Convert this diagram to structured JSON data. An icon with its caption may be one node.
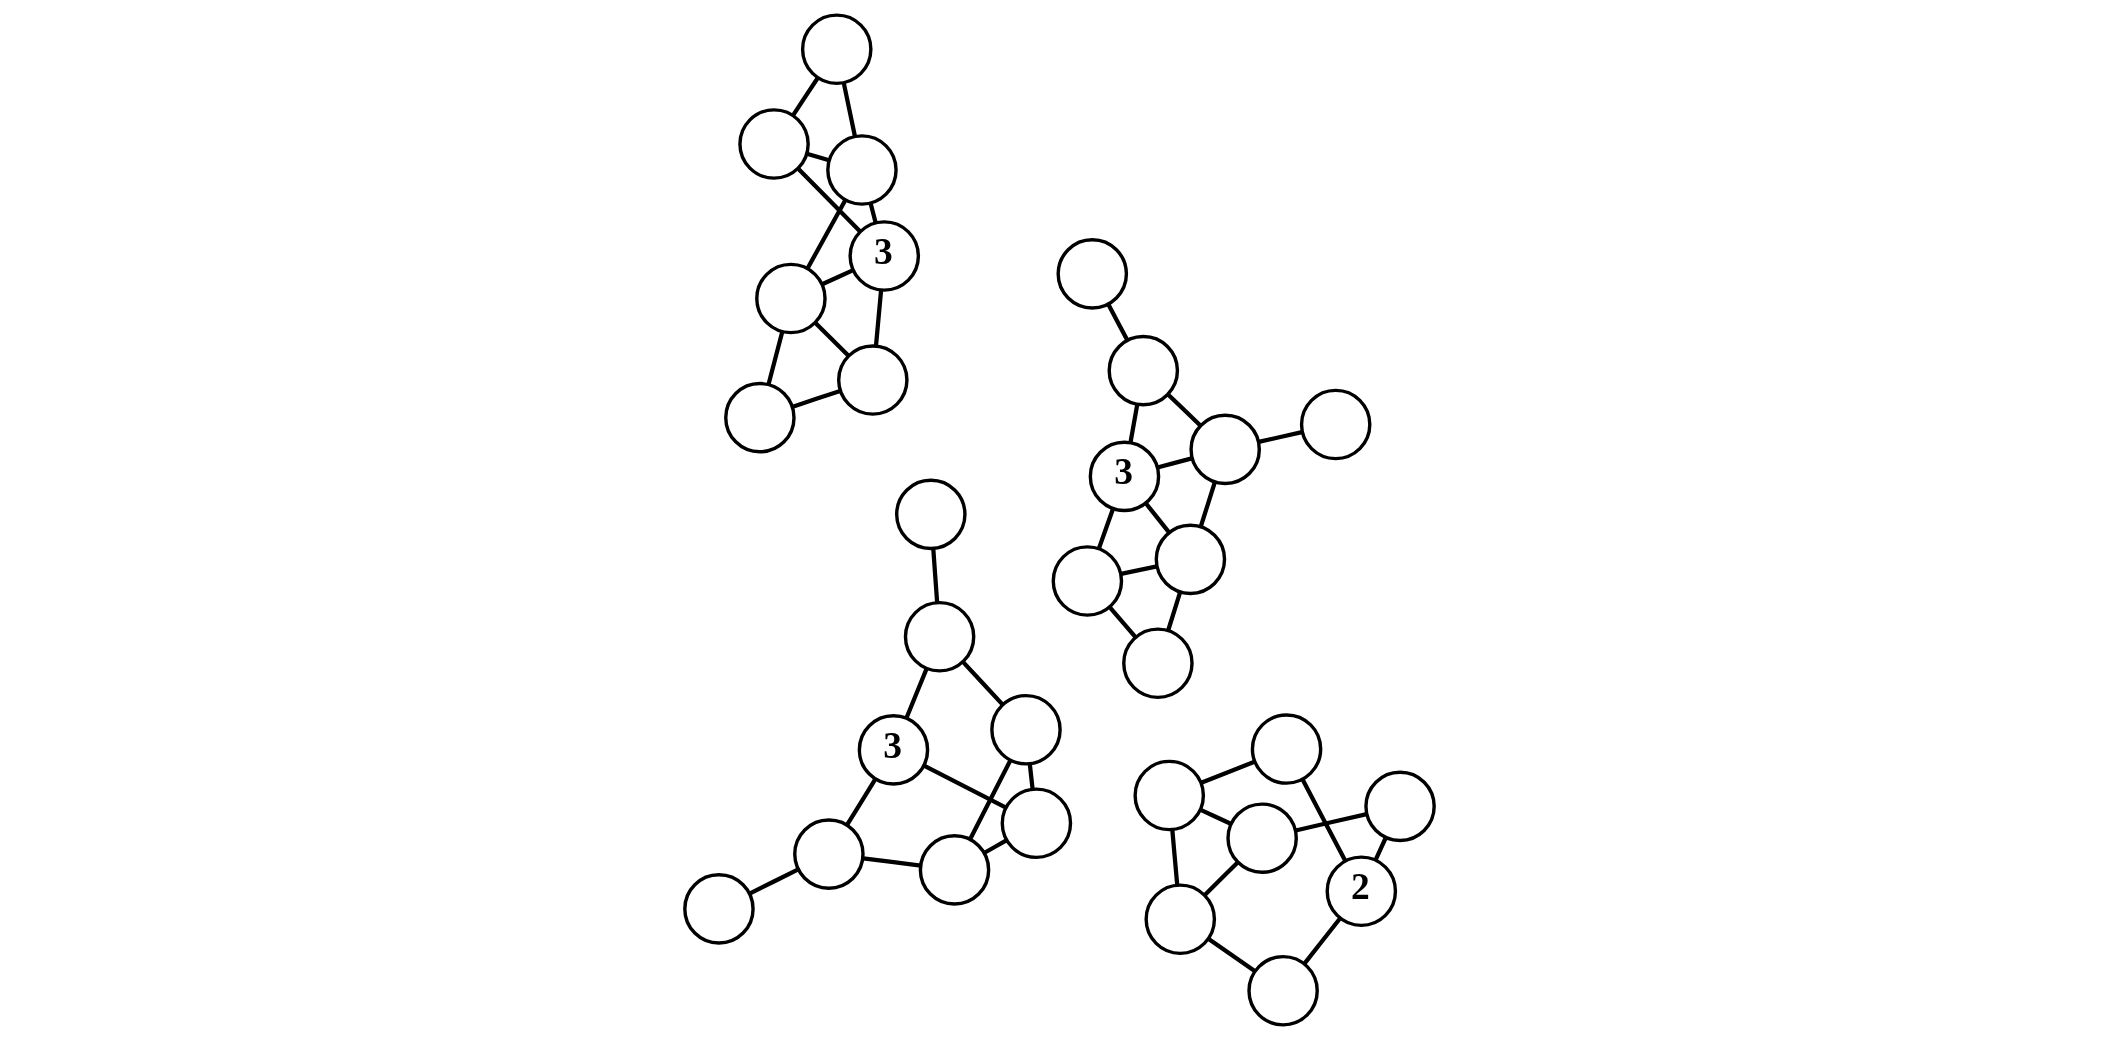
{
  "diagram": {
    "nodes": [
      {
        "text": [
          "2"
        ]
      },
      {
        "text": [],
        "shape": "circle"
      },
      {
        "text": [],
        "shape": "circle"
      },
      {
        "text": [],
        "shape": "circle"
      },
      {
        "text": [],
        "shape": "circle"
      },
      {
        "text": [],
        "shape": "circle"
      },
      {
        "text": [],
        "shape": "circle"
      },
      {
        "text": [],
        "shape": "circle"
      },
      {
        "text": [
          "3"
        ]
      },
      {
        "text": [],
        "shape": "circle"
      },
      {
        "text": [],
        "shape": "circle"
      },
      {
        "text": [],
        "shape": "circle"
      },
      {
        "text": [],
        "shape": "circle"
      },
      {
        "text": [],
        "shape": "circle"
      },
      {
        "text": [],
        "shape": "circle"
      },
      {
        "text": [],
        "shape": "circle"
      },
      {
        "text": [
          "3"
        ]
      },
      {
        "text": [],
        "shape": "circle"
      },
      {
        "text": [],
        "shape": "circle"
      },
      {
        "text": [],
        "shape": "circle"
      },
      {
        "text": [],
        "shape": "circle"
      },
      {
        "text": [],
        "shape": "circle"
      },
      {
        "text": [
          "3"
        ]
      },
      {
        "text": [],
        "shape": "circle"
      },
      {
        "text": [],
        "shape": "circle"
      },
      {
        "text": [],
        "shape": "circle"
      },
      {
        "text": [],
        "shape": "circle"
      },
      {
        "text": [],
        "shape": "circle"
      },
      {
        "text": [],
        "shape": "circle"
      },
      {
        "text": [],
        "shape": "circle"
      }
    ],
    "edges": [
      {
        "from": 0,
        "to": 1,
        "arrow": "none"
      },
      {
        "from": 0,
        "to": 2,
        "arrow": "none"
      },
      {
        "from": 0,
        "to": 3,
        "arrow": "none"
      },
      {
        "from": 1,
        "to": 4,
        "arrow": "none"
      },
      {
        "from": 2,
        "to": 5,
        "arrow": "none"
      },
      {
        "from": 3,
        "to": 6,
        "arrow": "none"
      },
      {
        "from": 4,
        "to": 5,
        "arrow": "none"
      },
      {
        "from": 4,
        "to": 6,
        "arrow": "none"
      },
      {
        "from": 5,
        "to": 6,
        "arrow": "none"
      },
      {
        "from": 7,
        "to": 8,
        "arrow": "none"
      },
      {
        "from": 8,
        "to": 9,
        "arrow": "none"
      },
      {
        "from": 7,
        "to": 10,
        "arrow": "none"
      },
      {
        "from": 7,
        "to": 11,
        "arrow": "none"
      },
      {
        "from": 8,
        "to": 11,
        "arrow": "none"
      },
      {
        "from": 8,
        "to": 12,
        "arrow": "none"
      },
      {
        "from": 9,
        "to": 12,
        "arrow": "none"
      },
      {
        "from": 9,
        "to": 13,
        "arrow": "none"
      },
      {
        "from": 10,
        "to": 11,
        "arrow": "none"
      },
      {
        "from": 11,
        "to": 12,
        "arrow": "none"
      },
      {
        "from": 12,
        "to": 13,
        "arrow": "none"
      },
      {
        "from": 14,
        "to": 15,
        "arrow": "none"
      },
      {
        "from": 15,
        "to": 16,
        "arrow": "none"
      },
      {
        "from": 16,
        "to": 17,
        "arrow": "none"
      },
      {
        "from": 15,
        "to": 19,
        "arrow": "none"
      },
      {
        "from": 16,
        "to": 19,
        "arrow": "none"
      },
      {
        "from": 16,
        "to": 20,
        "arrow": "none"
      },
      {
        "from": 17,
        "to": 20,
        "arrow": "none"
      },
      {
        "from": 17,
        "to": 21,
        "arrow": "none"
      },
      {
        "from": 18,
        "to": 19,
        "arrow": "none"
      },
      {
        "from": 19,
        "to": 20,
        "arrow": "none"
      },
      {
        "from": 20,
        "to": 21,
        "arrow": "none"
      },
      {
        "from": 22,
        "to": 23,
        "arrow": "none"
      },
      {
        "from": 22,
        "to": 24,
        "arrow": "none"
      },
      {
        "from": 22,
        "to": 26,
        "arrow": "none"
      },
      {
        "from": 23,
        "to": 25,
        "arrow": "none"
      },
      {
        "from": 24,
        "to": 27,
        "arrow": "none"
      },
      {
        "from": 23,
        "to": 28,
        "arrow": "none"
      },
      {
        "from": 24,
        "to": 29,
        "arrow": "none"
      },
      {
        "from": 26,
        "to": 28,
        "arrow": "none"
      },
      {
        "from": 26,
        "to": 29,
        "arrow": "none"
      },
      {
        "from": 28,
        "to": 29,
        "arrow": "none"
      }
    ]
  }
}
